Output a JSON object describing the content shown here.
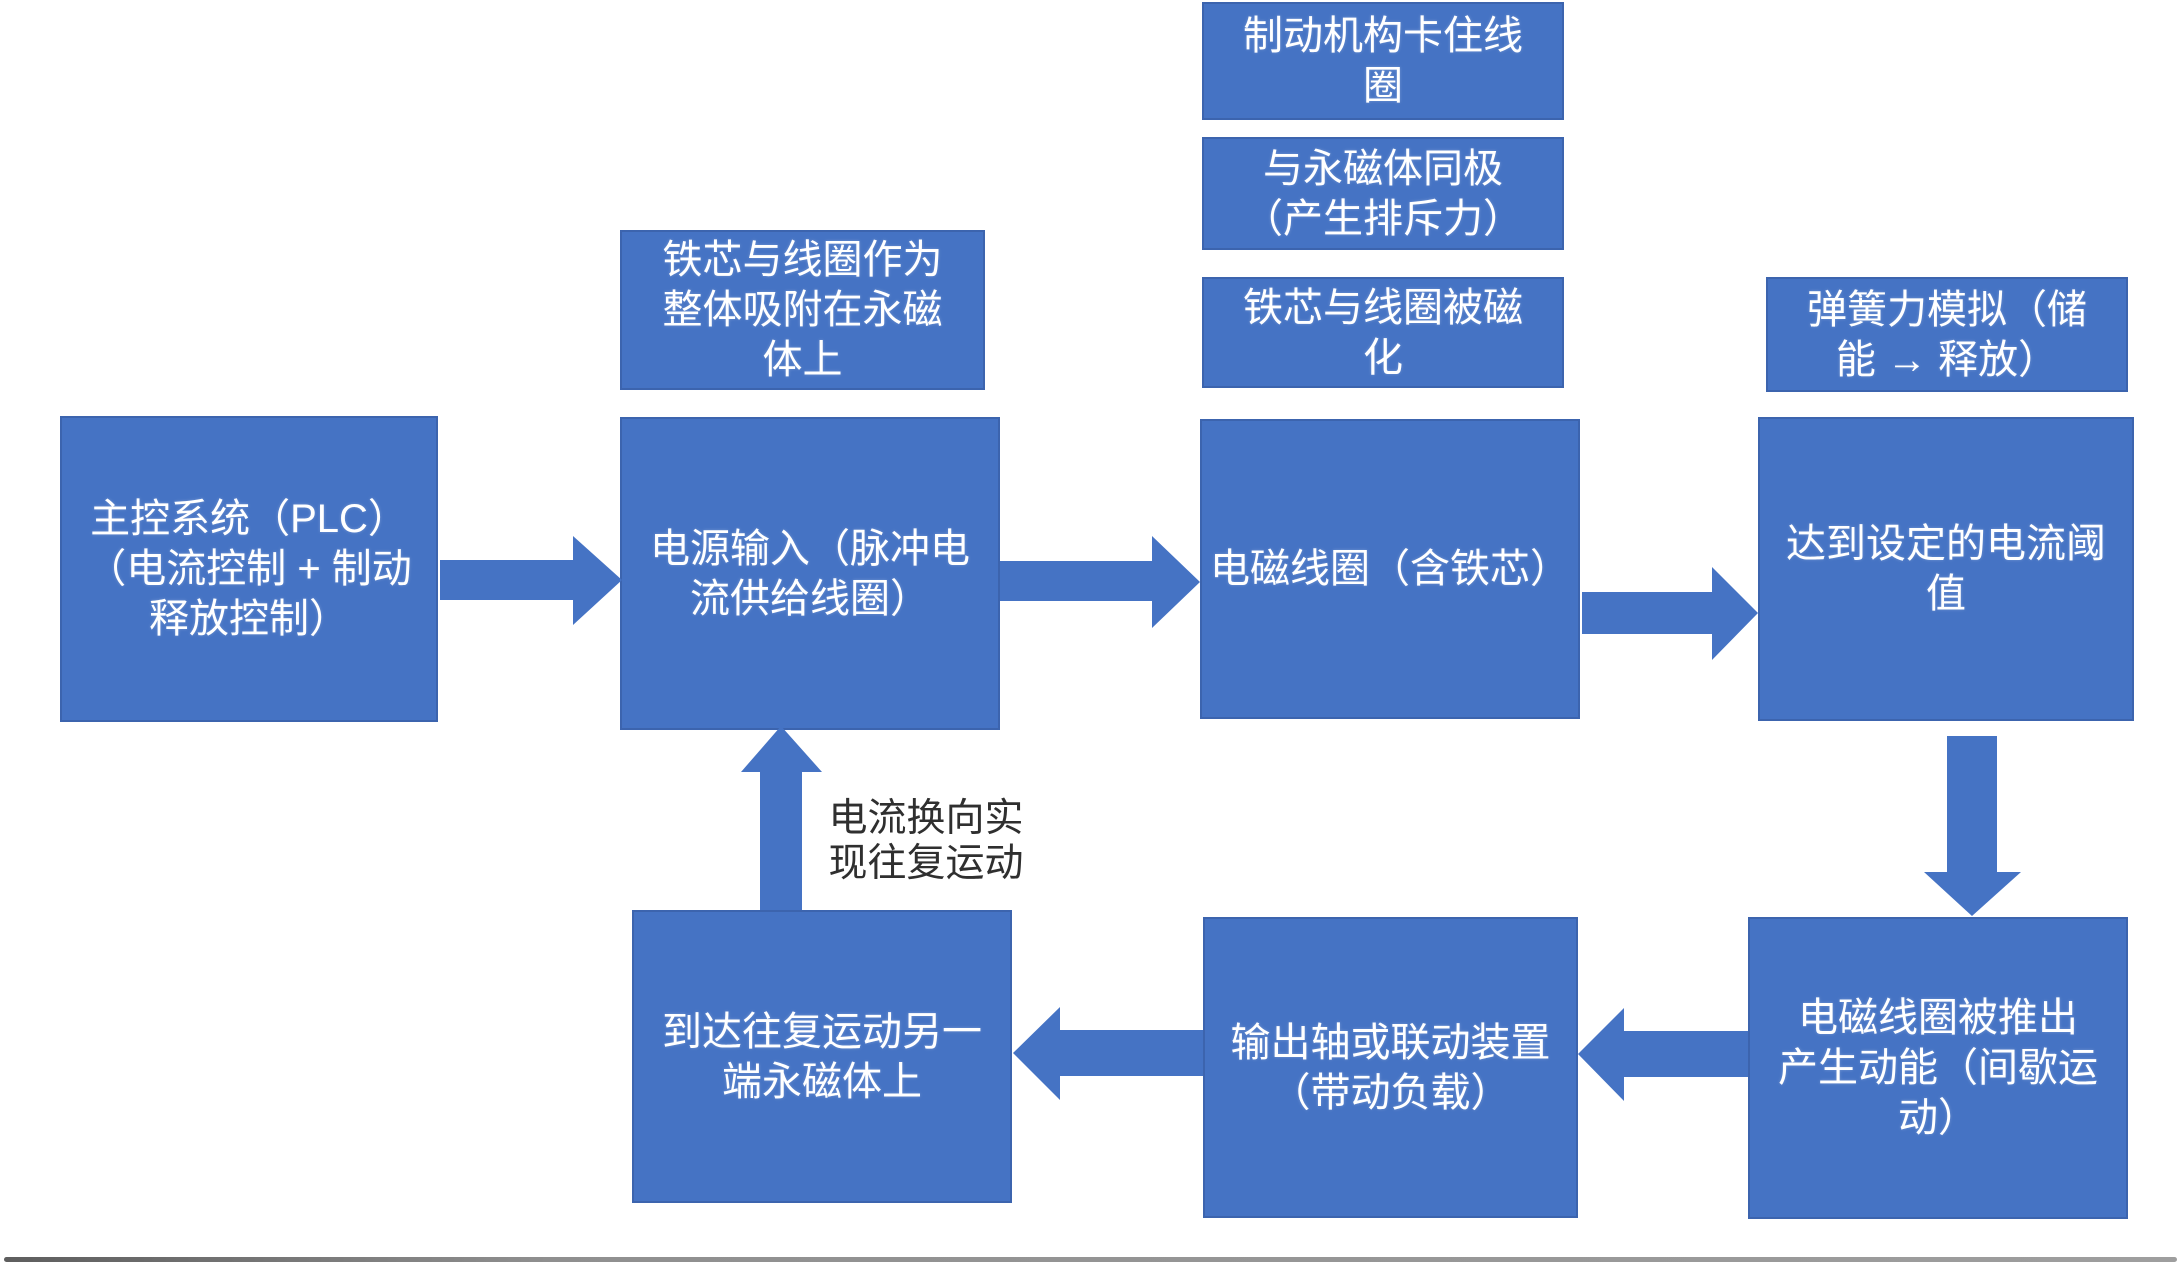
{
  "colors": {
    "background": "#ffffff",
    "box_fill": "#4573c4",
    "box_border": "#3c64ae",
    "box_text": "#ffffff",
    "arrow_fill": "#4573c4",
    "label_text": "#2f2f2f",
    "bottom_line": "#9e9e9e"
  },
  "flowchart": {
    "boxes": {
      "plc": "主控系统（PLC）\n（电流控制 + 制动\n释放控制）",
      "power": "电源输入（脉冲电\n流供给线圈）",
      "coil": "电磁线圈（含铁芯）",
      "threshold": "达到设定的电流阈\n值",
      "pushed": "电磁线圈被推出\n产生动能（间歇运\n动）",
      "output": "输出轴或联动装置\n（带动负载）",
      "reach": "到达往复运动另一\n端永磁体上"
    },
    "notes": {
      "attach": "铁芯与线圈作为\n整体吸附在永磁\n体上",
      "brake": "制动机构卡住线\n圈",
      "same_pole": "与永磁体同极\n（产生排斥力）",
      "magnetized": "铁芯与线圈被磁\n化",
      "spring": "弹簧力模拟（储\n能 → 释放）"
    },
    "labels": {
      "reverse": "电流换向实\n现往复运动"
    }
  }
}
